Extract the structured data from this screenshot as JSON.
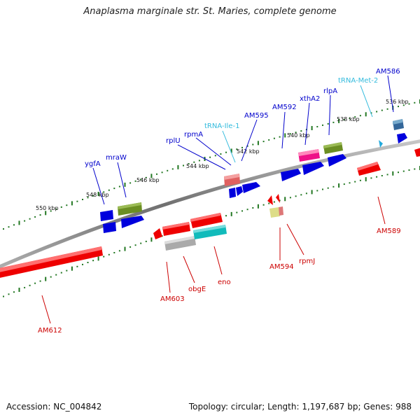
{
  "title": "Anaplasma marginale str. St. Maries, complete genome",
  "footer": {
    "accession": "Accession: NC_004842",
    "summary": "Topology: circular; Length: 1,197,687 bp; Genes: 988"
  },
  "colors": {
    "forward_gene": "#0000ee",
    "reverse_gene": "#ee0000",
    "trna": "#33bbdd",
    "backbone": "#888888",
    "tick": "#227722"
  },
  "ticks": [
    "536 kbp",
    "538 kbp",
    "540 kbp",
    "542 kbp",
    "544 kbp",
    "546 kbp",
    "548 kbp",
    "550 kbp"
  ],
  "gene_labels": {
    "forward": [
      "ygfA",
      "mraW",
      "rplU",
      "rpmA",
      "tRNA-Ile-1",
      "AM595",
      "AM592",
      "xthA2",
      "rlpA",
      "tRNA-Met-2",
      "AM586"
    ],
    "reverse": [
      "AM612",
      "AM603",
      "obgE",
      "eno",
      "AM594",
      "rpmJ",
      "AM589"
    ]
  }
}
